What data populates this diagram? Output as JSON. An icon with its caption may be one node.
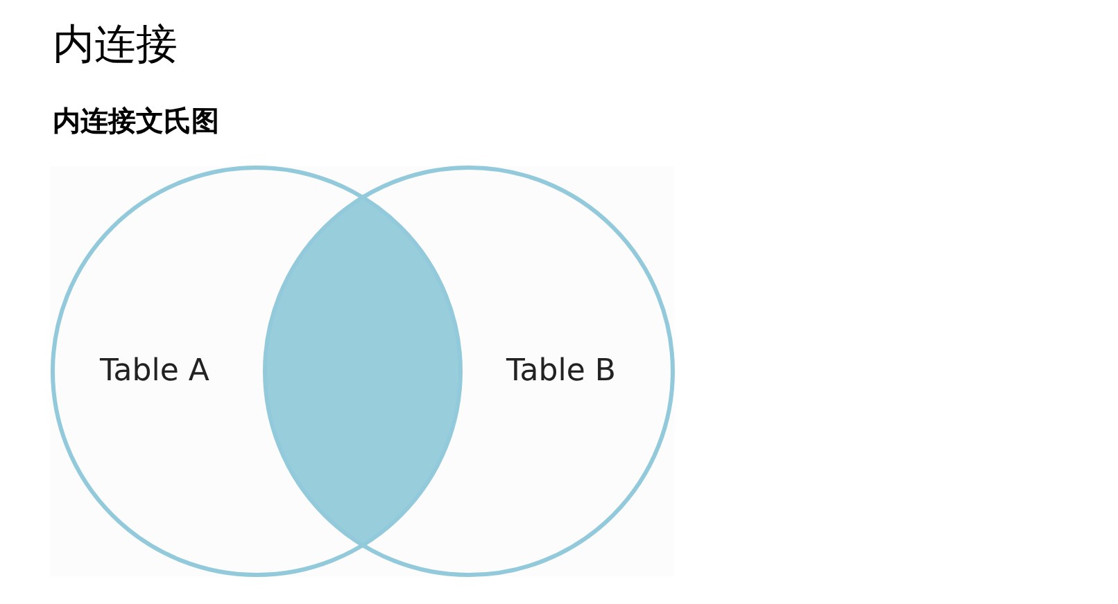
{
  "diagram": {
    "title": "内连接",
    "nodes": [
      {
        "text": [
          "Table A"
        ]
      },
      {
        "text": [],
        "shape": "lens"
      },
      {
        "text": [
          "Table B"
        ]
      }
    ],
    "labels": [
      "内连接文氏图"
    ]
  }
}
